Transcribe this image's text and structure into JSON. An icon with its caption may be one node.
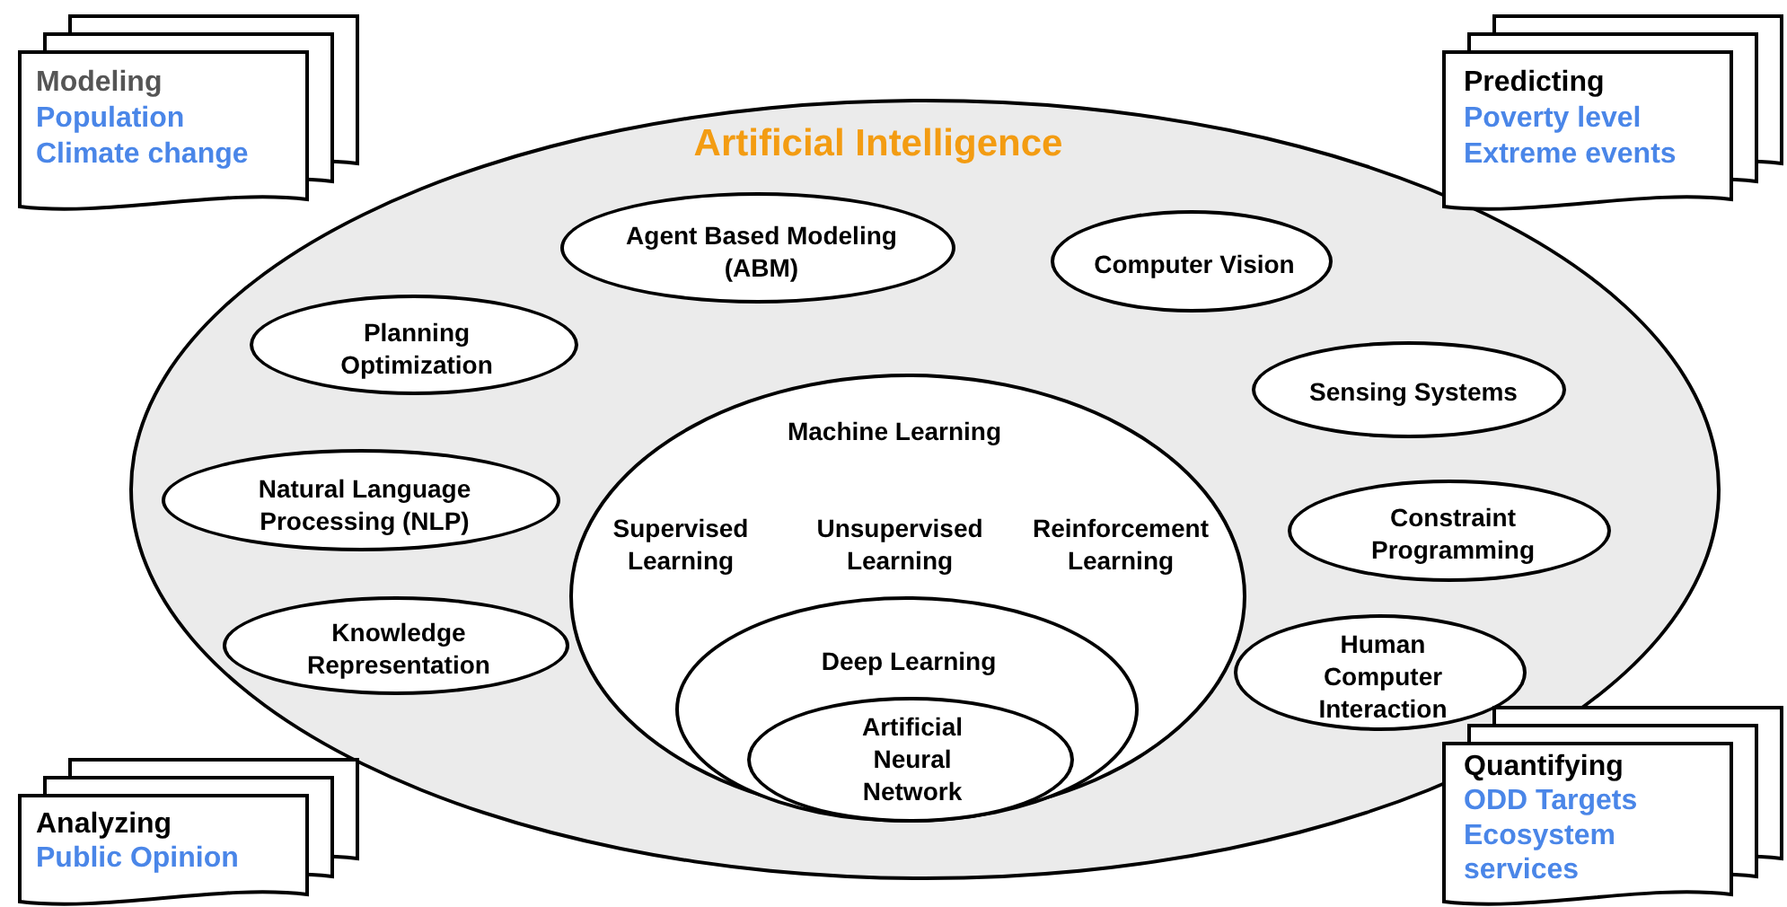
{
  "diagram": {
    "nodes": [
      {
        "text": [
          "Modeling",
          "Population",
          "Climate change"
        ]
      },
      {
        "text": [
          "Predicting",
          "Poverty level",
          "Extreme events"
        ]
      },
      {
        "text": [
          "Artificial Intelligence"
        ]
      },
      {
        "text": [
          "Agent Based Modeling (ABM)"
        ],
        "in": 2
      },
      {
        "text": [
          "Computer Vision"
        ],
        "in": 2
      },
      {
        "text": [
          "Planning Optimization"
        ],
        "in": 2
      },
      {
        "text": [
          "Sensing Systems"
        ],
        "in": 2
      },
      {
        "text": [
          "Natural Language Processing (NLP)"
        ],
        "in": 2
      },
      {
        "text": [
          "Constraint Programming"
        ],
        "in": 2
      },
      {
        "text": [
          "Knowledge Representation"
        ],
        "in": 2
      },
      {
        "text": [
          "Human Computer Interaction"
        ],
        "in": 2
      },
      {
        "text": [
          "Machine Learning",
          "Supervised Learning",
          "Unsupervised Learning",
          "Reinforcement Learning"
        ],
        "in": 2
      },
      {
        "text": [
          "Deep Learning"
        ],
        "in": 11
      },
      {
        "text": [
          "Artificial Neural Network"
        ],
        "in": 12
      },
      {
        "text": [
          "Analyzing",
          "Public Opinion"
        ]
      },
      {
        "text": [
          "Quantifying",
          "ODD Targets",
          "Ecosystem services"
        ]
      }
    ]
  }
}
